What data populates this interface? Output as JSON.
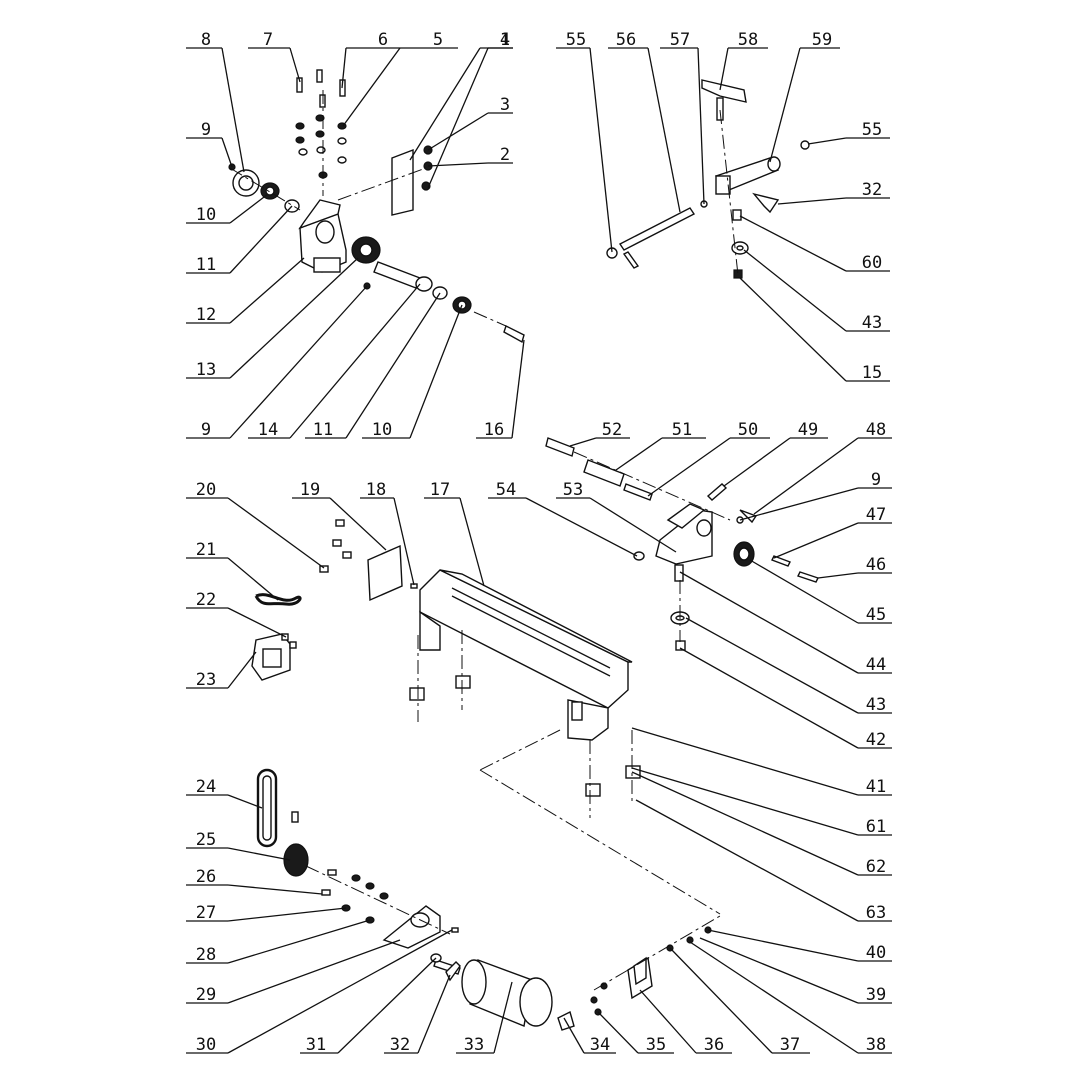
{
  "callouts": [
    "1",
    "2",
    "3",
    "4",
    "5",
    "6",
    "7",
    "8",
    "9",
    "10",
    "11",
    "12",
    "13",
    "9",
    "14",
    "11",
    "10",
    "16",
    "55",
    "56",
    "57",
    "58",
    "59",
    "55",
    "32",
    "60",
    "43",
    "15",
    "52",
    "51",
    "50",
    "49",
    "48",
    "9",
    "47",
    "46",
    "45",
    "44",
    "43",
    "42",
    "20",
    "19",
    "18",
    "17",
    "54",
    "53",
    "21",
    "22",
    "23",
    "41",
    "61",
    "62",
    "63",
    "24",
    "25",
    "26",
    "27",
    "28",
    "29",
    "30",
    "31",
    "32",
    "33",
    "34",
    "35",
    "36",
    "37",
    "38",
    "39",
    "40"
  ]
}
